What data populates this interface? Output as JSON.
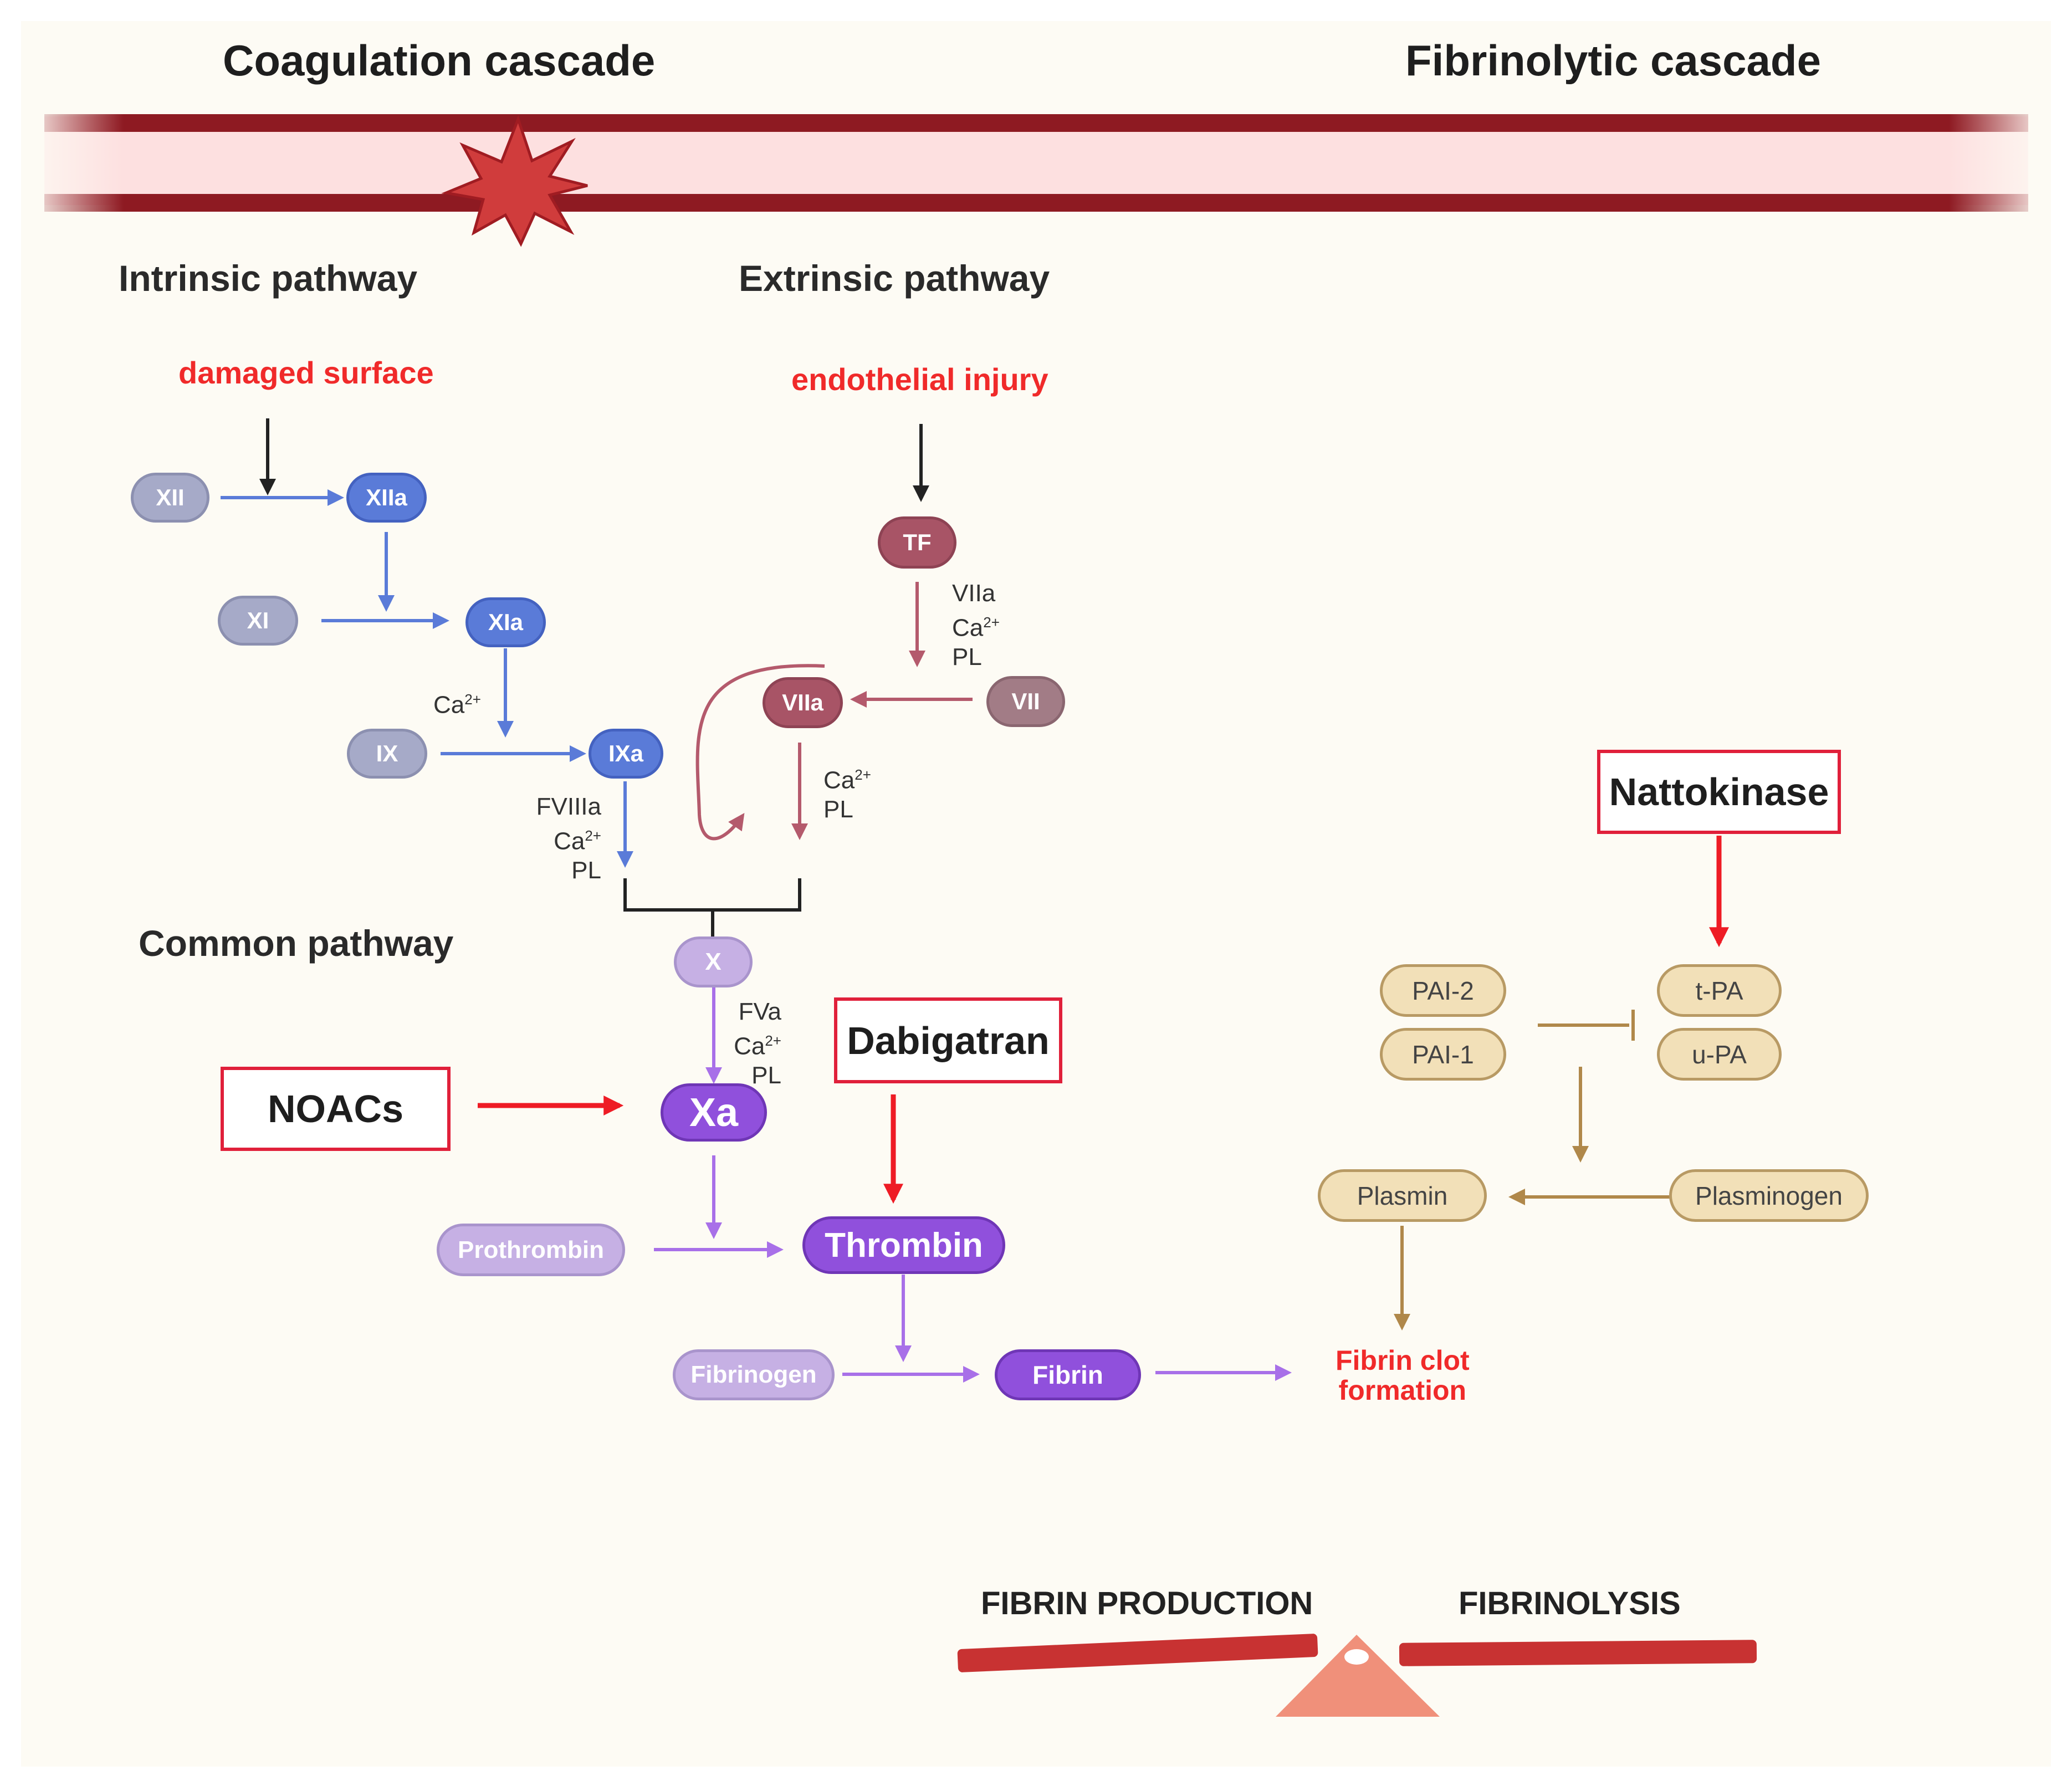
{
  "headers": {
    "coagulation": "Coagulation cascade",
    "fibrinolytic": "Fibrinolytic cascade"
  },
  "pathways": {
    "intrinsic": "Intrinsic pathway",
    "extrinsic": "Extrinsic pathway",
    "common": "Common pathway"
  },
  "triggers": {
    "damaged": "damaged surface",
    "endothelial": "endothelial injury",
    "clot_line1": "Fibrin clot",
    "clot_line2": "formation"
  },
  "nodes": {
    "xii": "XII",
    "xiia": "XIIa",
    "xi": "XI",
    "xia": "XIa",
    "ix": "IX",
    "ixa": "IXa",
    "tf": "TF",
    "viia": "VIIa",
    "vii": "VII",
    "x": "X",
    "xa": "Xa",
    "prothrombin": "Prothrombin",
    "thrombin": "Thrombin",
    "fibrinogen": "Fibrinogen",
    "fibrin": "Fibrin",
    "pai2": "PAI-2",
    "pai1": "PAI-1",
    "tpa": "t-PA",
    "upa": "u-PA",
    "plasmin": "Plasmin",
    "plasminogen": "Plasminogen"
  },
  "cofactors": {
    "ca": "Ca",
    "ca_sup": "2+",
    "viia": "VIIa",
    "fviiia": "FVIIIa",
    "fva": "FVa",
    "pl": "PL"
  },
  "drugs": {
    "noacs": "NOACs",
    "dabigatran": "Dabigatran",
    "nattokinase": "Nattokinase"
  },
  "balance": {
    "left": "FIBRIN PRODUCTION",
    "right": "FIBRINOLYSIS"
  },
  "colors": {
    "background": "#fdfbf4",
    "vessel_wall": "#8e1a22",
    "vessel_lumen": "#fde0e0",
    "injury": "#d03c3c",
    "intrinsic": "#5a7bd8",
    "extrinsic": "#a85466",
    "common": "#9050dc",
    "fibrinolysis": "#b0884a",
    "trigger_text": "#f02a2a",
    "drug_border": "#e0203a"
  }
}
